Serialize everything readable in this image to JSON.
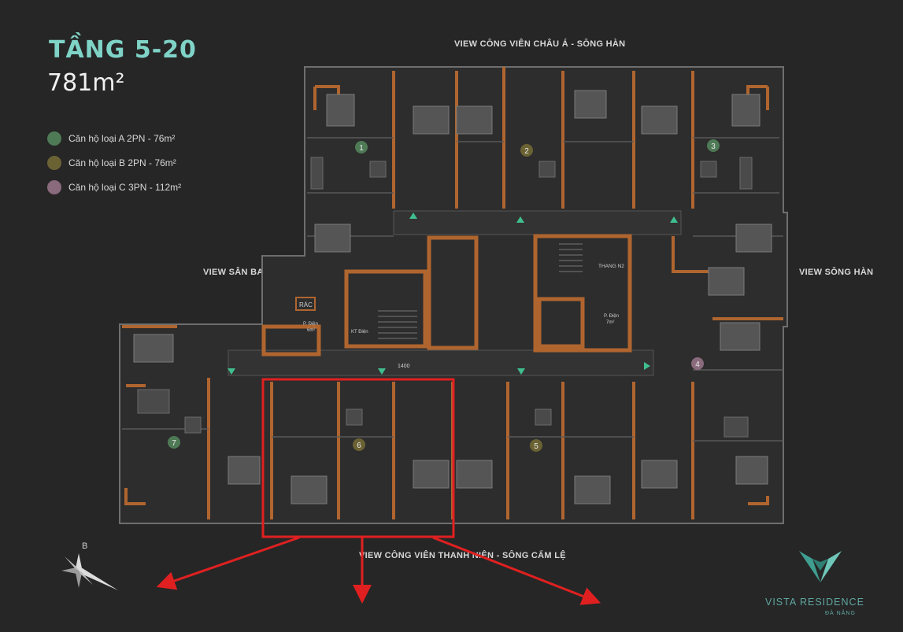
{
  "header": {
    "title": "TẦNG 5-20",
    "area": "781m²"
  },
  "legend": [
    {
      "label": "Căn hộ loại A 2PN - 76m²",
      "color": "#4e7a55"
    },
    {
      "label": "Căn hộ loại B 2PN - 76m²",
      "color": "#6b6234"
    },
    {
      "label": "Căn hộ loại C 3PN - 112m²",
      "color": "#8a6a7d"
    }
  ],
  "views": {
    "top": "VIEW CÔNG VIÊN CHÂU Á - SÔNG HÀN",
    "left": "VIEW SÂN BAY",
    "right": "VIEW SÔNG HÀN",
    "bottom": "VIEW CÔNG VIÊN THANH NIÊN - SÔNG CẨM LỆ"
  },
  "plan": {
    "units": [
      "1",
      "2",
      "3",
      "4",
      "5",
      "6",
      "7"
    ],
    "rooms": {
      "trash": "RÁC",
      "elevator": "THANG N2",
      "electric_room_left": "P. Điện",
      "electric_room_left_area": "6m²",
      "electric_room_right": "P. Điện",
      "electric_room_right_area": "7m²",
      "technical_room": "KT Điện",
      "corridor_width": "1400"
    }
  },
  "compass": {
    "north_label": "B"
  },
  "brand": {
    "name": "VISTA RESIDENCE",
    "city": "ĐÀ NẴNG"
  },
  "colors": {
    "background": "#262626",
    "wall_orange": "#b0652f",
    "title_teal": "#7fd3c7",
    "highlight_red": "#e02020",
    "brand_teal": "#5fa7a0"
  }
}
